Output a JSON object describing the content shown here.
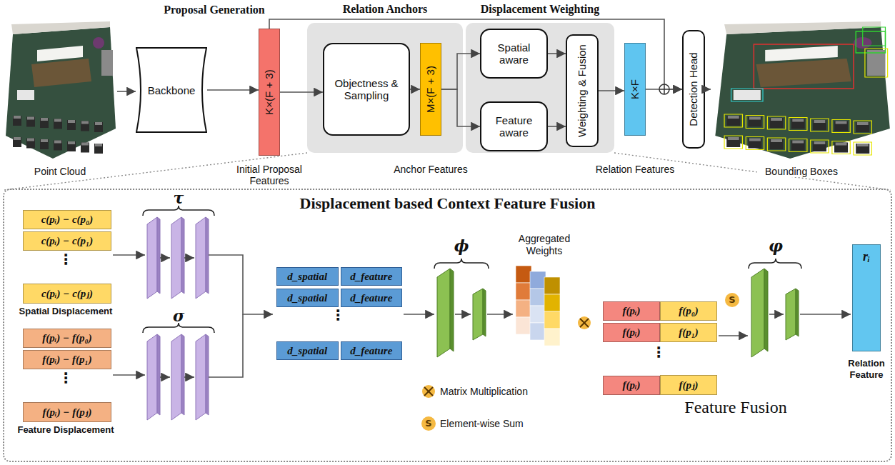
{
  "diagram": {
    "nodes": [
      {
        "text": [
          "Point Cloud"
        ]
      },
      {
        "text": [
          "Backbone"
        ]
      },
      {
        "text": [
          "K×(F + 3)",
          "Initial Proposal Features"
        ]
      },
      {
        "text": [
          "Relation Anchors"
        ]
      },
      {
        "text": [
          "Objectness & Sampling"
        ],
        "in": 3
      },
      {
        "text": [
          "M×(F + 3)",
          "Anchor Features"
        ]
      },
      {
        "text": [
          "Displacement Weighting"
        ]
      },
      {
        "text": [
          "Spatial aware"
        ],
        "in": 6
      },
      {
        "text": [
          "Feature aware"
        ],
        "in": 6
      },
      {
        "text": [
          "Weighting & Fusion"
        ],
        "in": 6
      },
      {
        "text": [
          "K×F",
          "Relation Features"
        ]
      },
      {
        "text": [
          "Detection Head"
        ]
      },
      {
        "text": [
          "Bounding Boxes"
        ]
      },
      {
        "text": [
          "Displacement based Context Feature Fusion"
        ]
      },
      {
        "text": [
          "c(pᵢ) − c(p₀)"
        ],
        "in": 13
      },
      {
        "text": [
          "c(pᵢ) − c(p₁)"
        ],
        "in": 13
      },
      {
        "text": [
          "c(pᵢ) − c(pⱼ)"
        ],
        "in": 13
      },
      {
        "text": [
          "f(pᵢ) − f(p₀)"
        ],
        "in": 13
      },
      {
        "text": [
          "f(pᵢ) − f(p₁)"
        ],
        "in": 13
      },
      {
        "text": [
          "f(pᵢ) − f(pⱼ)"
        ],
        "in": 13
      },
      {
        "text": [
          "d_spatial",
          "d_feature"
        ],
        "in": 13
      },
      {
        "text": [
          "d_spatial",
          "d_feature"
        ],
        "in": 13
      },
      {
        "text": [
          "d_spatial",
          "d_feature"
        ],
        "in": 13
      },
      {
        "text": [
          "f(pᵢ)"
        ],
        "in": 13
      },
      {
        "text": [
          "f(p₀)"
        ],
        "in": 13
      },
      {
        "text": [
          "f(pᵢ)"
        ],
        "in": 13
      },
      {
        "text": [
          "f(p₁)"
        ],
        "in": 13
      },
      {
        "text": [
          "f(pᵢ)"
        ],
        "in": 13
      },
      {
        "text": [
          "f(pⱼ)"
        ],
        "in": 13
      },
      {
        "text": [
          "rᵢ",
          "Relation Feature"
        ],
        "in": 13
      }
    ],
    "edges": [
      {
        "from": 0,
        "to": 1,
        "arrow": "to"
      },
      {
        "from": 1,
        "to": 2,
        "arrow": "to"
      },
      {
        "from": 2,
        "to": 4,
        "arrow": "to"
      },
      {
        "from": 4,
        "to": 5,
        "arrow": "to"
      },
      {
        "from": 5,
        "to": 7,
        "arrow": "to"
      },
      {
        "from": 5,
        "to": 8,
        "arrow": "to"
      },
      {
        "from": 7,
        "to": 9,
        "arrow": "to"
      },
      {
        "from": 8,
        "to": 9,
        "arrow": "to"
      },
      {
        "from": 9,
        "to": 10,
        "arrow": "to"
      },
      {
        "from": 2,
        "to": 11,
        "arrow": "to"
      },
      {
        "from": 10,
        "to": 11,
        "arrow": "to"
      },
      {
        "from": 11,
        "to": 12,
        "arrow": "to"
      }
    ],
    "labels": [
      "Proposal Generation",
      "⋮",
      "Spatial Displacement",
      "⋮",
      "Feature Displacement",
      "τ",
      "σ",
      "⋮",
      "ϕ",
      "Aggregated Weights",
      "⋮",
      "Feature Fusion",
      "φ",
      "S",
      "S"
    ],
    "legend": [
      {
        "text": "Matrix Multiplication"
      },
      {
        "text": "Element-wise Sum"
      }
    ]
  }
}
